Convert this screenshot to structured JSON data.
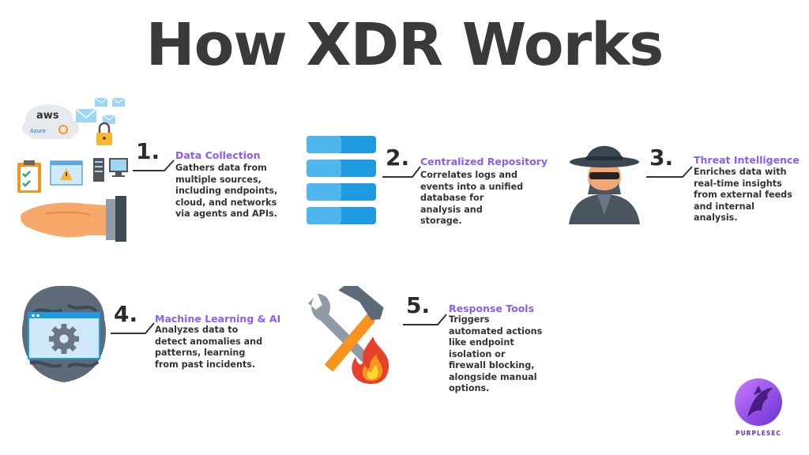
{
  "title": "How XDR Works",
  "steps": [
    {
      "number": "1.",
      "title": "Data Collection",
      "description": "Gathers data from multiple sources, including endpoints, cloud, and networks via agents and APIs."
    },
    {
      "number": "2.",
      "title": "Centralized Repository",
      "description": "Correlates logs and events into a unified database for analysis and storage."
    },
    {
      "number": "3.",
      "title": "Threat Intelligence",
      "description": "Enriches data with real-time insights from external feeds and internal analysis."
    },
    {
      "number": "4.",
      "title": "Machine Learning & AI",
      "description": "Analyzes data to detect anomalies and patterns, learning from past incidents."
    },
    {
      "number": "5.",
      "title": "Response Tools",
      "description": "Triggers automated actions like endpoint isolation or firewall blocking, alongside manual options."
    }
  ],
  "cloud_labels": {
    "aws": "aws",
    "azure": "Azure"
  },
  "brand": "PURPLESEC",
  "colors": {
    "accent": "#8b5cf6",
    "text": "#3a3a3a",
    "blue": "#1e9be0",
    "orange": "#f7941d"
  }
}
